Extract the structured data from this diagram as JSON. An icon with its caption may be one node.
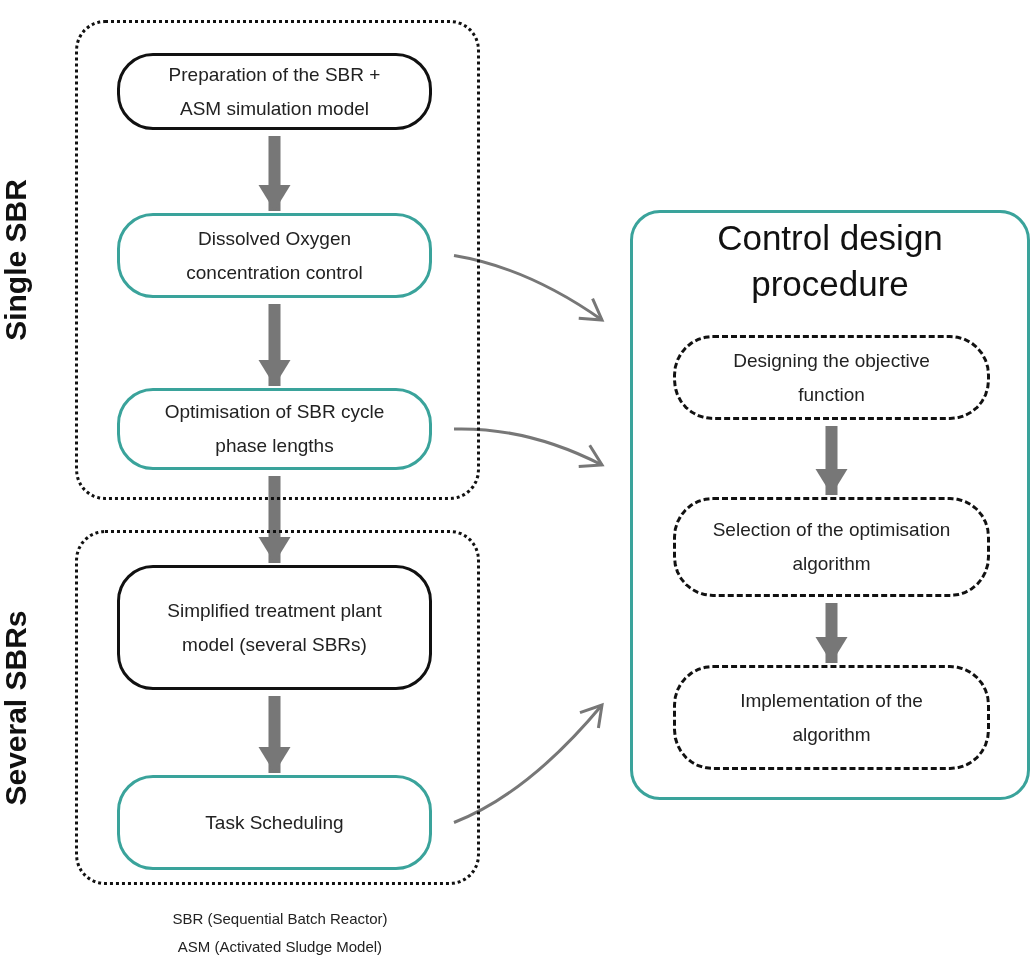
{
  "diagram": {
    "nodes": [
      {
        "text": [
          "Single SBR"
        ]
      },
      {
        "text": [
          "Preparation of the SBR + ASM simulation model"
        ],
        "in": 0
      },
      {
        "text": [
          "Dissolved Oxygen concentration control"
        ],
        "in": 0
      },
      {
        "text": [
          "Optimisation of SBR cycle phase lengths"
        ],
        "in": 0
      },
      {
        "text": [
          "Several SBRs"
        ]
      },
      {
        "text": [
          "Simplified treatment plant model (several SBRs)"
        ],
        "in": 4
      },
      {
        "text": [
          "Task Scheduling"
        ],
        "in": 4
      },
      {
        "text": [
          "Control design procedure"
        ]
      },
      {
        "text": [
          "Designing the objective function"
        ],
        "in": 7
      },
      {
        "text": [
          "Selection of the optimisation algorithm"
        ],
        "in": 7
      },
      {
        "text": [
          "Implementation of the algorithm"
        ],
        "in": 7
      }
    ],
    "edges": [
      {
        "from": 1,
        "to": 2,
        "arrow": "to"
      },
      {
        "from": 2,
        "to": 3,
        "arrow": "to"
      },
      {
        "from": 3,
        "to": 5,
        "arrow": "to"
      },
      {
        "from": 5,
        "to": 6,
        "arrow": "to"
      },
      {
        "from": 8,
        "to": 9,
        "arrow": "to"
      },
      {
        "from": 9,
        "to": 10,
        "arrow": "to"
      },
      {
        "from": 2,
        "to": 7,
        "arrow": "to"
      },
      {
        "from": 3,
        "to": 7,
        "arrow": "to"
      },
      {
        "from": 6,
        "to": 7,
        "arrow": "to"
      }
    ],
    "labels": [
      "SBR (Sequential Batch Reactor)",
      "ASM (Activated Sludge Model)"
    ]
  }
}
